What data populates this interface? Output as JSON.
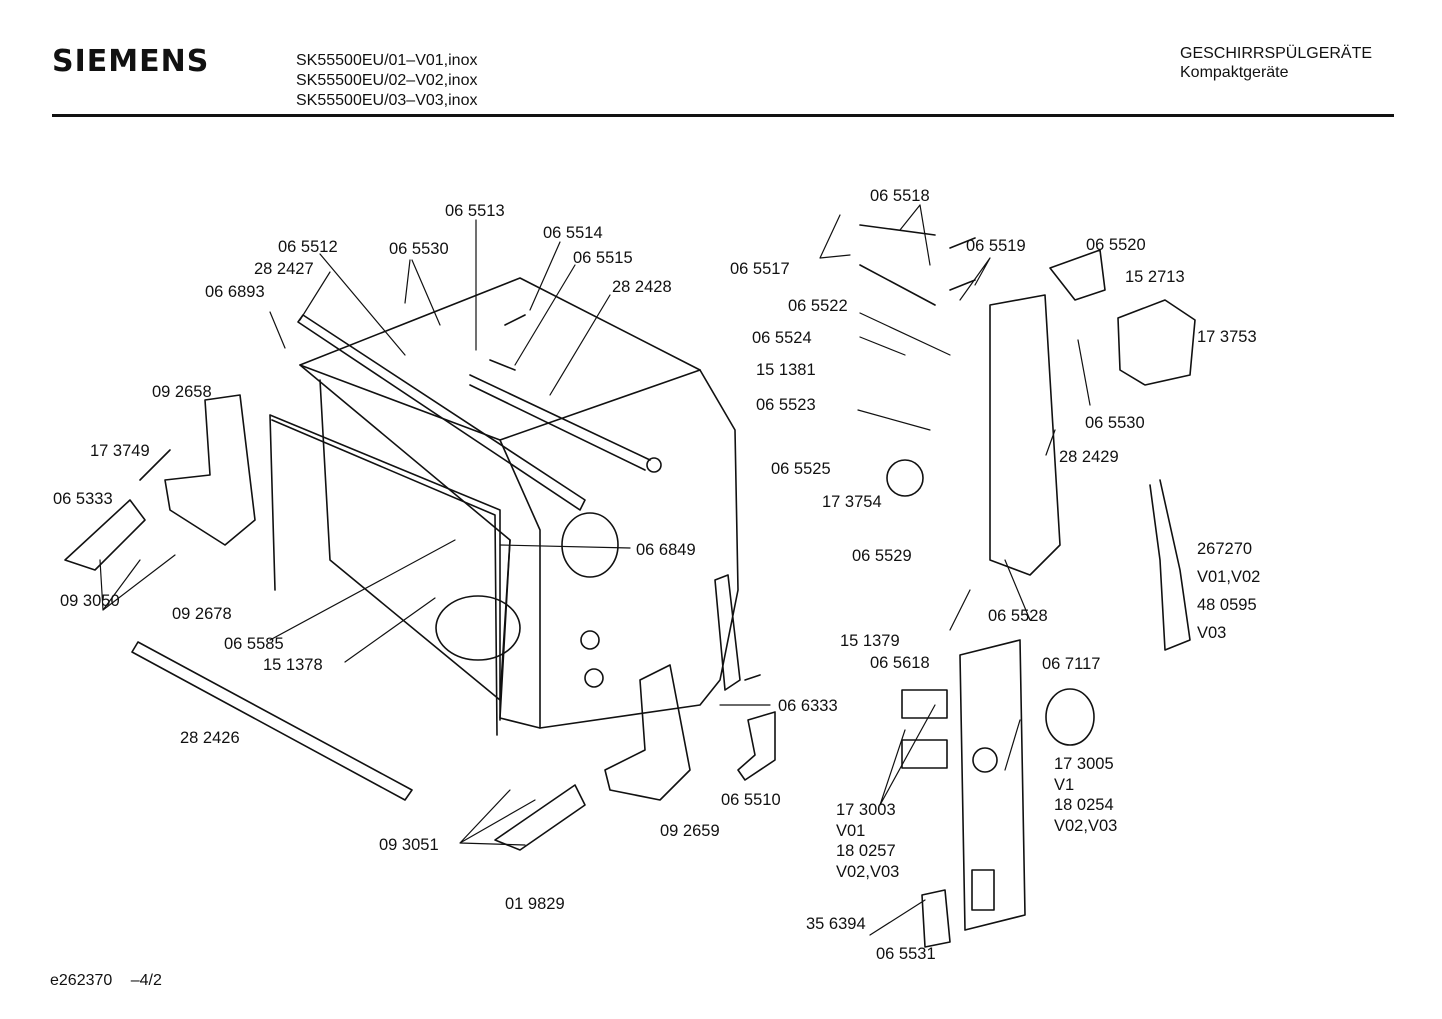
{
  "header": {
    "brand": "SIEMENS",
    "models": [
      "SK55500EU/01–V01,inox",
      "SK55500EU/02–V02,inox",
      "SK55500EU/03–V03,inox"
    ],
    "category_line1": "GESCHIRRSPÜLGERÄTE",
    "category_line2": "Kompaktgeräte"
  },
  "footer": {
    "drawing_id": "e262370",
    "page": "–4/2"
  },
  "part_labels": [
    "06 5513",
    "06 5514",
    "06 5512",
    "06 5530",
    "06 5515",
    "28 2427",
    "28 2428",
    "06 6893",
    "09 2658",
    "17 3749",
    "06 5333",
    "09 3050",
    "09 2678",
    "06 6849",
    "06 5585",
    "15 1378",
    "28 2426",
    "06 6333",
    "06 5510",
    "09 2659",
    "09 3051",
    "01 9829",
    "06 5518",
    "06 5519",
    "06 5520",
    "15 2713",
    "06 5517",
    "06 5522",
    "17 3753",
    "06 5524",
    "15 1381",
    "06 5530",
    "06 5523",
    "28 2429",
    "06 5525",
    "17 3754",
    "06 5529",
    "06 5528",
    "15 1379",
    "06 5618",
    "06 7117",
    "267270",
    "V01,V02",
    "48 0595",
    "V03",
    "17 3005",
    "V1",
    "18 0254",
    "V02,V03",
    "17 3003",
    "V01",
    "18 0257",
    "V02,V03",
    "35 6394",
    "06 5531"
  ]
}
